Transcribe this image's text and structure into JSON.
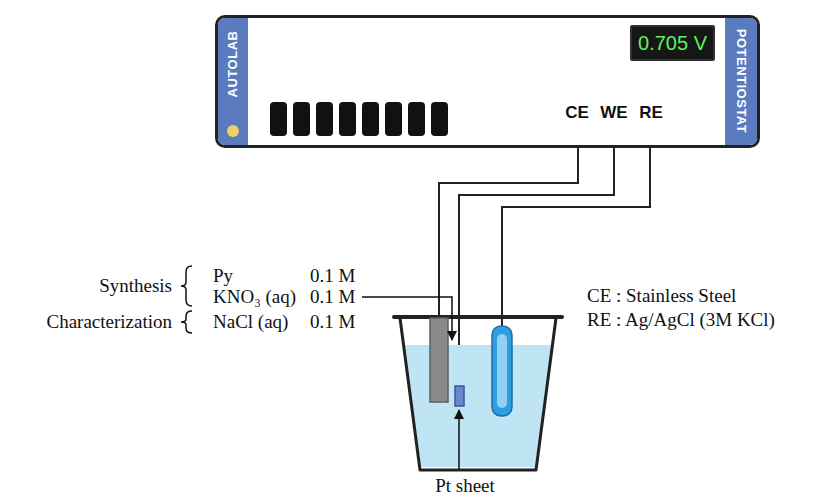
{
  "diagram": {
    "nodes": [
      {
        "text": [
          "AUTOLAB",
          "CE",
          "WE",
          "RE",
          "POTENTIOSTAT"
        ]
      },
      {
        "text": [
          "0.705 V"
        ],
        "in": 0
      }
    ],
    "labels": [
      "Synthesis",
      "Py",
      "0.1 M",
      "KNO₃ (aq)",
      "0.1 M",
      "Characterization",
      "NaCl (aq)",
      "0.1 M",
      "CE : Stainless Steel",
      "RE : Ag/AgCl (3M KCl)",
      "Pt sheet"
    ]
  }
}
